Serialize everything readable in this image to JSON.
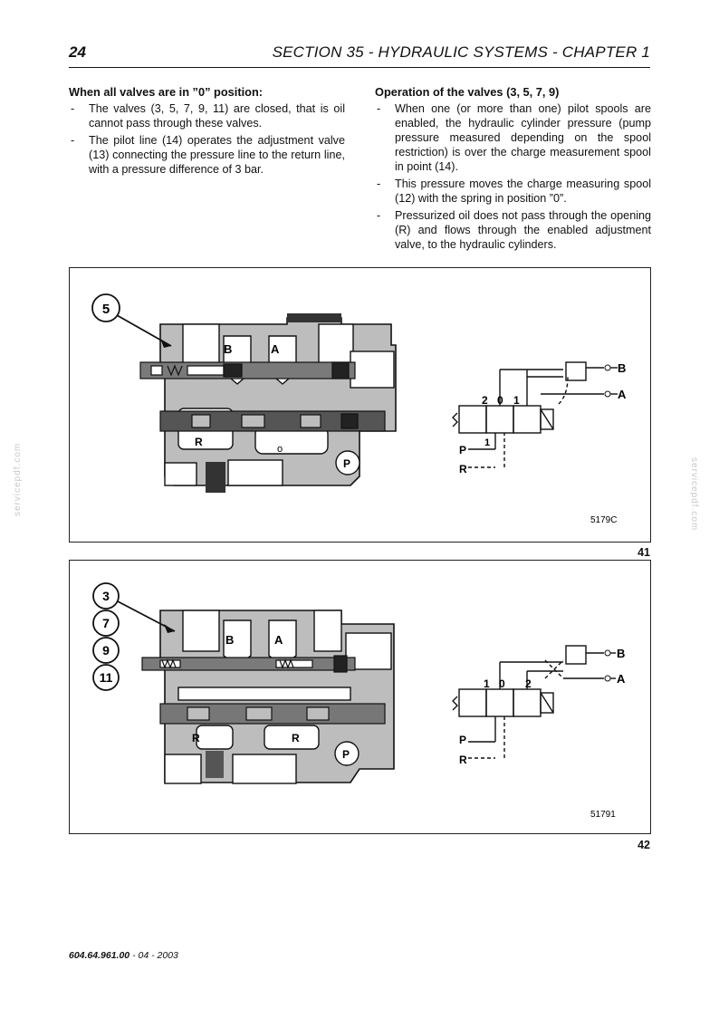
{
  "header": {
    "page_number": "24",
    "section_title": "SECTION 35 - HYDRAULIC SYSTEMS - CHAPTER 1"
  },
  "left_column": {
    "heading": "When all valves are in ”0” position:",
    "items": [
      "The valves (3, 5, 7, 9, 11) are closed, that is oil cannot pass through these valves.",
      "The pilot line (14) operates the adjustment valve (13) connecting the pressure line to the return line, with a pressure difference of 3 bar."
    ]
  },
  "right_column": {
    "heading": "Operation of the valves (3, 5, 7, 9)",
    "items": [
      "When one (or more than one) pilot spools are enabled, the hydraulic cylinder pressure (pump pressure measured depending on the spool restriction) is over the charge measurement spool in point (14).",
      "This pressure moves the charge measuring spool (12) with the spring in position ”0”.",
      "Pressurized oil does not pass through the opening (R) and flows through the enabled adjustment valve, to the hydraulic cylinders."
    ]
  },
  "bullet_dash": "-",
  "figure_41": {
    "number": "41",
    "code": "5179C",
    "callouts": [
      "5"
    ],
    "labels": {
      "b": "B",
      "a": "A",
      "r": "R",
      "o": "o",
      "p": "P",
      "sym_2": "2",
      "sym_0": "0",
      "sym_1": "1",
      "sym_p": "P",
      "sym_r": "R",
      "sym_port_b": "B",
      "sym_port_a": "A",
      "sym_in": "1"
    }
  },
  "figure_42": {
    "number": "42",
    "code": "51791",
    "callouts": [
      "3",
      "7",
      "9",
      "11"
    ],
    "labels": {
      "b": "B",
      "a": "A",
      "r1": "R",
      "r2": "R",
      "p": "P",
      "sym_1": "1",
      "sym_0": "0",
      "sym_2": "2",
      "sym_p": "P",
      "sym_r": "R",
      "sym_port_b": "B",
      "sym_port_a": "A"
    }
  },
  "footer": {
    "doc_number": "604.64.961.00",
    "separator": " - ",
    "date": "04 - 2003"
  },
  "watermark": "servicepdf.com"
}
